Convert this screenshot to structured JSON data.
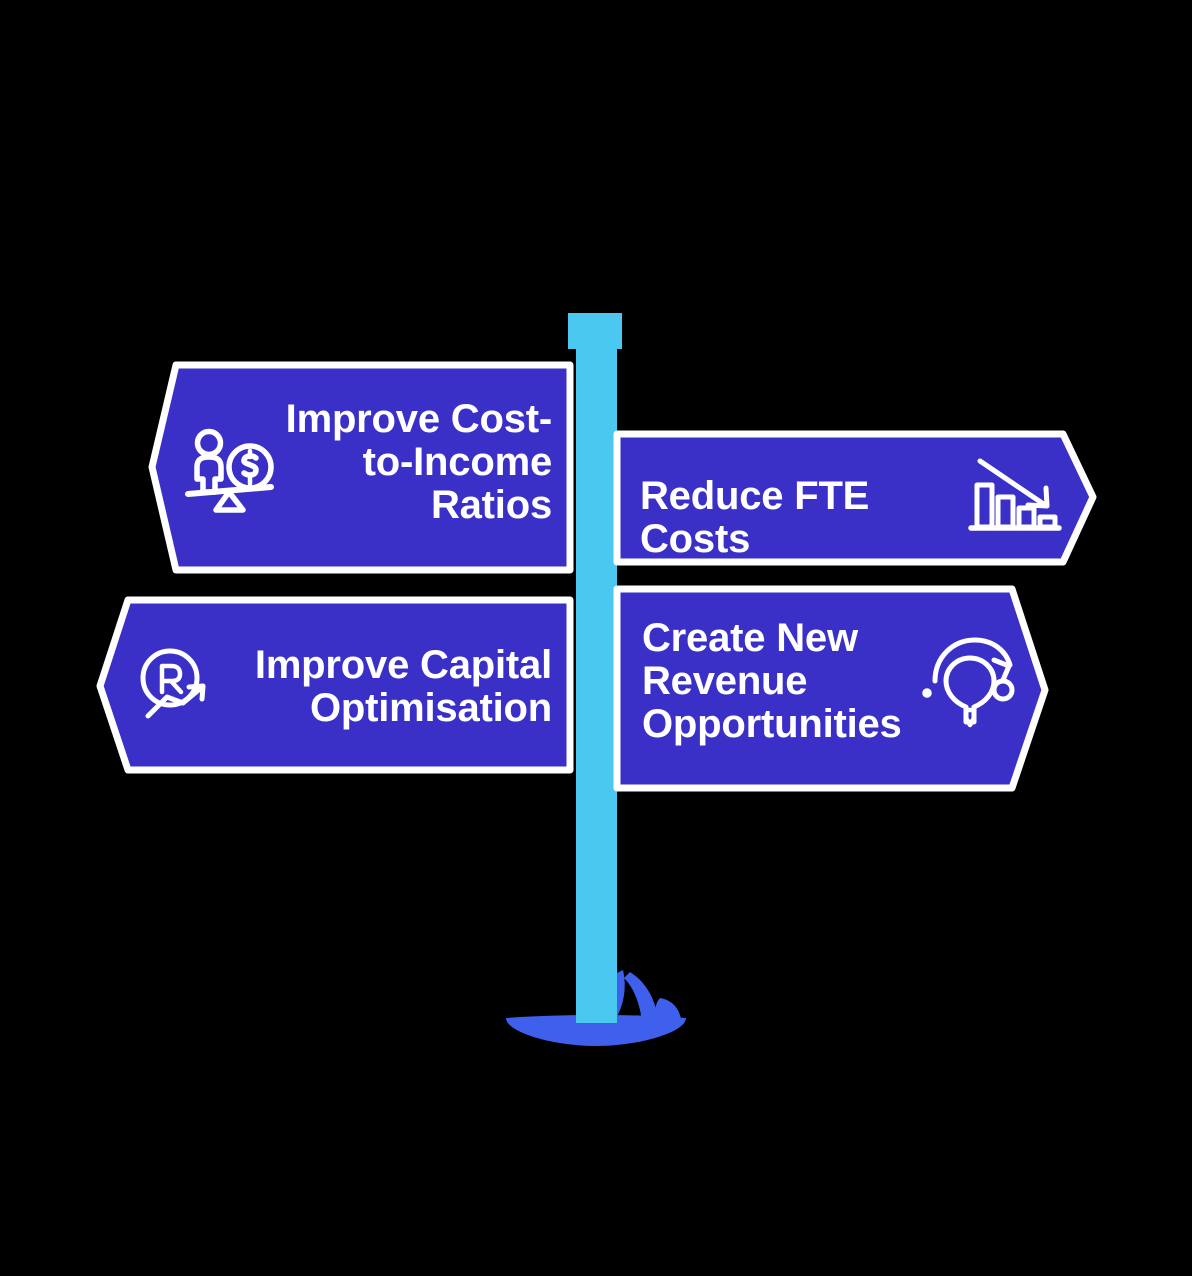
{
  "diagram": {
    "type": "signpost",
    "title": "Strategic Priorities Signpost",
    "background_color": "#000000",
    "post": {
      "name": "signpost-post",
      "color": "#4BC8F0",
      "cap_color": "#4BC8F0"
    },
    "ground": {
      "name": "ground-mound",
      "color": "#3F60ED",
      "grass_color": "#3F60ED"
    },
    "sign_fill_color": "#3A30C8",
    "sign_outline_color": "#FFFFFF",
    "text_color": "#FFFFFF"
  },
  "signs": [
    {
      "id": "improve-cost-to-income-ratios",
      "label": "Improve Cost-\nto-Income\nRatios",
      "direction": "left",
      "icon": "balance-scale-person-money-icon",
      "position": "top-left",
      "text_align": "right"
    },
    {
      "id": "reduce-fte-costs",
      "label": "Reduce FTE Costs",
      "direction": "right",
      "icon": "declining-bar-chart-icon",
      "position": "top-right",
      "text_align": "left"
    },
    {
      "id": "improve-capital-optimisation",
      "label": "Improve Capital\nOptimisation",
      "direction": "left",
      "icon": "rand-currency-growth-arrow-icon",
      "position": "bottom-left",
      "text_align": "right"
    },
    {
      "id": "create-new-revenue-opportunities",
      "label": "Create New\nRevenue\nOpportunities",
      "direction": "right",
      "icon": "lightbulb-idea-icon",
      "position": "bottom-right",
      "text_align": "left"
    }
  ]
}
